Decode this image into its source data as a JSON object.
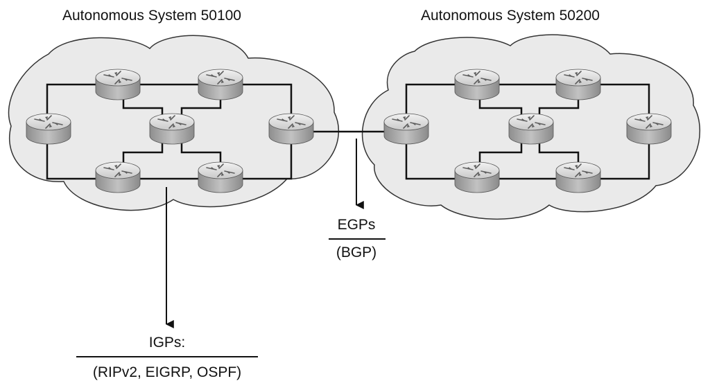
{
  "as_left": {
    "title": "Autonomous System 50100"
  },
  "as_right": {
    "title": "Autonomous System 50200"
  },
  "egp": {
    "heading": "EGPs",
    "examples": "(BGP)"
  },
  "igp": {
    "heading": "IGPs:",
    "examples": "(RIPv2, EIGRP, OSPF)"
  },
  "colors": {
    "cloud_fill": "#eaeaea",
    "cloud_stroke": "#333333",
    "line": "#111111",
    "router_body": "#a7a7a7",
    "router_top": "#d8d8d8"
  },
  "icons": {
    "router": "router-icon",
    "cloud": "cloud-shape",
    "arrow": "arrow-down"
  },
  "left_routers": 7,
  "right_routers": 7
}
